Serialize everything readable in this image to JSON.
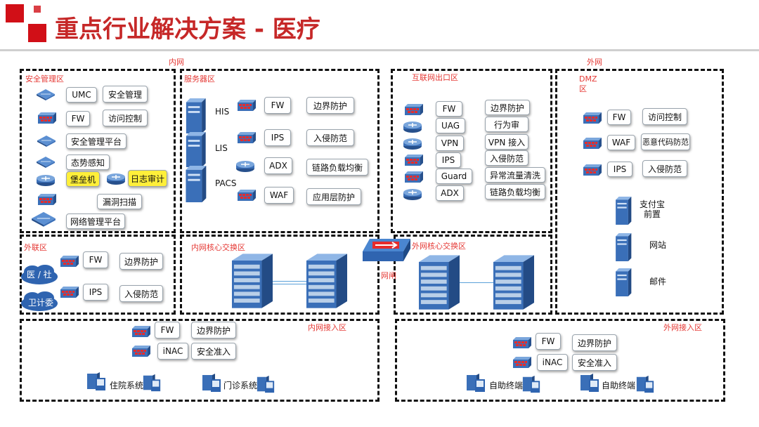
{
  "title": "重点行业解决方案 - 医疗",
  "colors": {
    "accent": "#d10f17",
    "zone_label": "#e53935",
    "highlight": "#ffef3a",
    "device_blue": "#2f64b0"
  },
  "top_labels": {
    "intranet": "内网",
    "extranet": "外网"
  },
  "zones": {
    "security_mgmt": "安全管理区",
    "server": "服务器区",
    "internet_exit": "互联网出口区",
    "dmz": "DMZ\n区",
    "external": "外联区",
    "inner_core": "内网核心交换区",
    "outer_core": "外网核心交换区",
    "inner_access": "内网接入区",
    "outer_access": "外网接入区"
  },
  "security_mgmt": {
    "rows": [
      {
        "device": "UMC",
        "func": "安全管理"
      },
      {
        "device": "FW",
        "func": "访问控制"
      }
    ],
    "platform": "安全管理平台",
    "awareness": "态势感知",
    "bastion": "堡垒机",
    "log_audit": "日志审计",
    "vuln_scan": "漏洞扫描",
    "net_mgmt": "网络管理平台"
  },
  "server_zone": {
    "servers": [
      "HIS",
      "LIS",
      "PACS"
    ],
    "rows": [
      {
        "device": "FW",
        "func": "边界防护"
      },
      {
        "device": "IPS",
        "func": "入侵防范"
      },
      {
        "device": "ADX",
        "func": "链路负载均衡"
      },
      {
        "device": "WAF",
        "func": "应用层防护"
      }
    ]
  },
  "internet_exit": {
    "devices": [
      "FW",
      "UAG",
      "VPN",
      "IPS",
      "Guard",
      "ADX"
    ],
    "funcs": [
      "边界防护",
      "行为审",
      "VPN 接入",
      "入侵防范",
      "异常流量清洗",
      "链路负载均衡"
    ]
  },
  "dmz": {
    "rows": [
      {
        "device": "FW",
        "func": "访问控制"
      },
      {
        "device": "WAF",
        "func": "恶意代码防范"
      },
      {
        "device": "IPS",
        "func": "入侵防范"
      }
    ],
    "servers": [
      "支付宝\n前置",
      "网站",
      "邮件"
    ]
  },
  "external": {
    "clouds": [
      "医 / 社",
      "卫计委"
    ],
    "rows": [
      {
        "device": "FW",
        "func": "边界防护"
      },
      {
        "device": "IPS",
        "func": "入侵防范"
      }
    ]
  },
  "gateway": "网闸",
  "inner_access": {
    "rows": [
      {
        "device": "FW",
        "func": "边界防护"
      },
      {
        "device": "iNAC",
        "func": "安全准入"
      }
    ],
    "terminals": [
      "住院系统",
      "门诊系统"
    ]
  },
  "outer_access": {
    "rows": [
      {
        "device": "FW",
        "func": "边界防护"
      },
      {
        "device": "iNAC",
        "func": "安全准入"
      }
    ],
    "terminals": [
      "自助终端",
      "自助终端"
    ]
  }
}
